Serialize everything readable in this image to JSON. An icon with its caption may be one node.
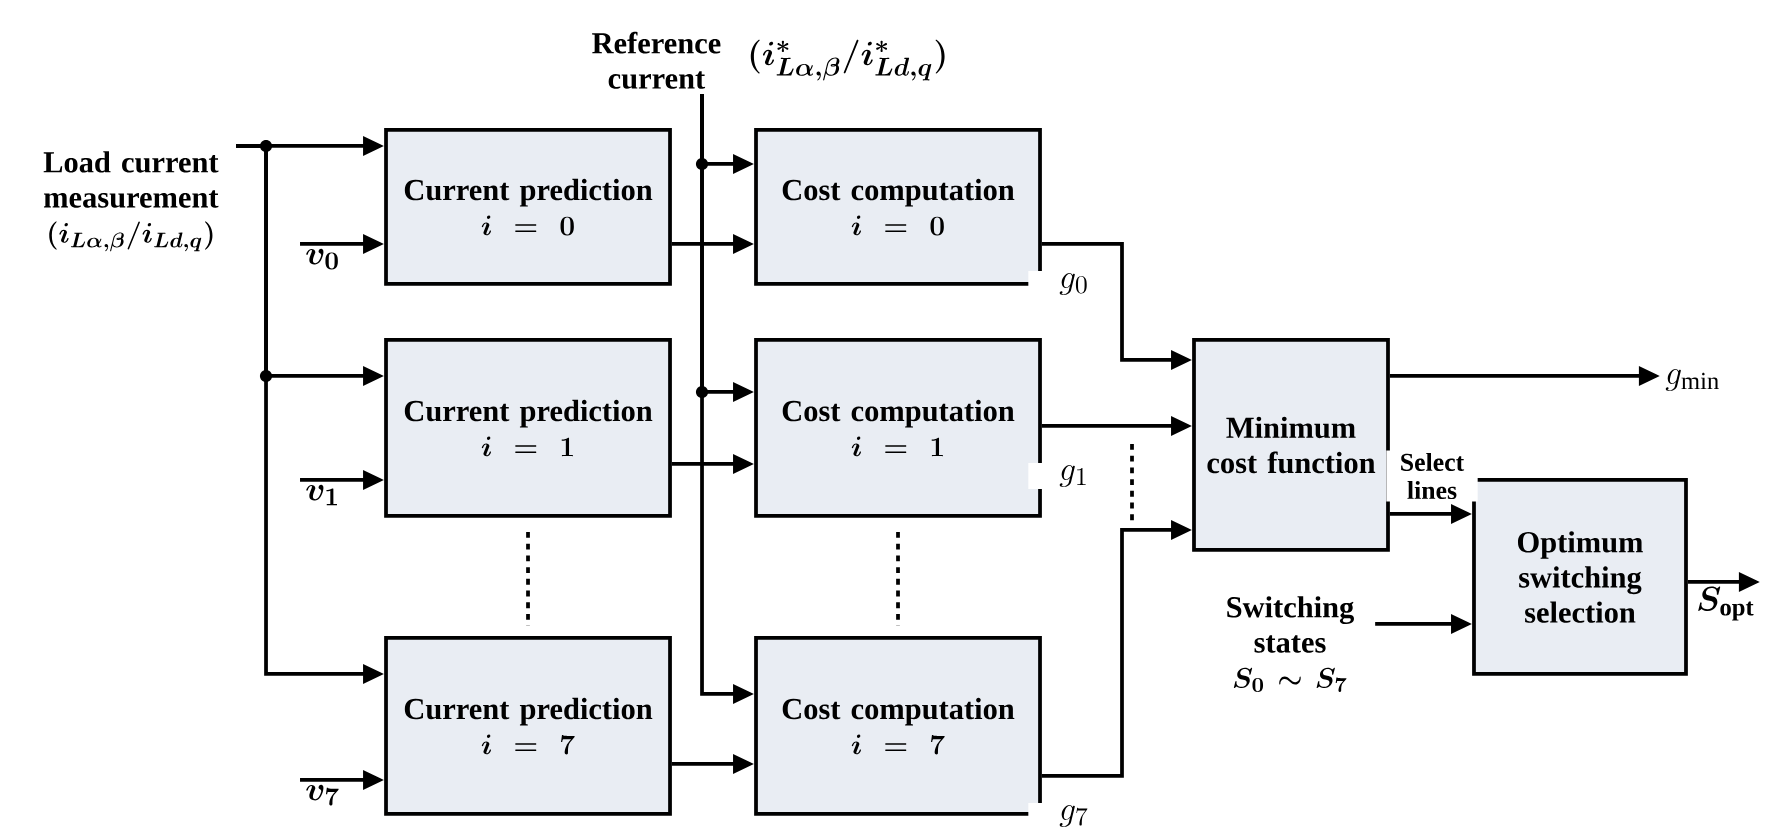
{
  "diagram": {
    "nodes": [
      {
        "text": [
          "Load current measurement",
          "(i_{L\\alpha,\\beta}/i_{Ld,q})"
        ]
      },
      {
        "text": [
          "Reference current",
          "(i^{*}_{L\\alpha,\\beta} / i^{*}_{Ld,q})"
        ]
      },
      {
        "text": [
          "Current prediction",
          "i = 0"
        ]
      },
      {
        "text": [
          "Cost computation",
          "i = 0"
        ]
      },
      {
        "text": [
          "v_0"
        ]
      },
      {
        "text": [
          "Current prediction",
          "i = 1"
        ]
      },
      {
        "text": [
          "Cost computation",
          "i = 1"
        ]
      },
      {
        "text": [
          "v_1"
        ]
      },
      {
        "text": [
          "Current prediction",
          "i = 7"
        ]
      },
      {
        "text": [
          "Cost computation",
          "i = 7"
        ]
      },
      {
        "text": [
          "v_7"
        ]
      },
      {
        "text": [
          "Minimum cost function"
        ]
      },
      {
        "text": [
          "g_{\\mathrm{min}}"
        ]
      },
      {
        "text": [
          "Switching states",
          "S_0 \\sim S_7"
        ]
      },
      {
        "text": [
          "Optimum switching selection"
        ]
      },
      {
        "text": [
          "S_{\\mathrm{opt}}"
        ]
      }
    ],
    "edges": [
      {
        "from": 0,
        "to": 2,
        "arrow": "to"
      },
      {
        "from": 0,
        "to": 5,
        "arrow": "to"
      },
      {
        "from": 0,
        "to": 8,
        "arrow": "to"
      },
      {
        "from": 4,
        "to": 2,
        "arrow": "to"
      },
      {
        "from": 7,
        "to": 5,
        "arrow": "to"
      },
      {
        "from": 10,
        "to": 8,
        "arrow": "to"
      },
      {
        "from": 1,
        "to": 3,
        "arrow": "to"
      },
      {
        "from": 1,
        "to": 6,
        "arrow": "to"
      },
      {
        "from": 1,
        "to": 9,
        "arrow": "to"
      },
      {
        "from": 2,
        "to": 3,
        "arrow": "to"
      },
      {
        "from": 5,
        "to": 6,
        "arrow": "to"
      },
      {
        "from": 8,
        "to": 9,
        "arrow": "to"
      },
      {
        "from": 3,
        "to": 11,
        "arrow": "to",
        "label": "g_0"
      },
      {
        "from": 6,
        "to": 11,
        "arrow": "to",
        "label": "g_1"
      },
      {
        "from": 9,
        "to": 11,
        "arrow": "to",
        "label": "g_7"
      },
      {
        "from": 11,
        "to": 12,
        "arrow": "to"
      },
      {
        "from": 11,
        "to": 14,
        "arrow": "to",
        "label": "Select lines"
      },
      {
        "from": 13,
        "to": 14,
        "arrow": "to"
      },
      {
        "from": 14,
        "to": 15,
        "arrow": "to"
      }
    ]
  }
}
